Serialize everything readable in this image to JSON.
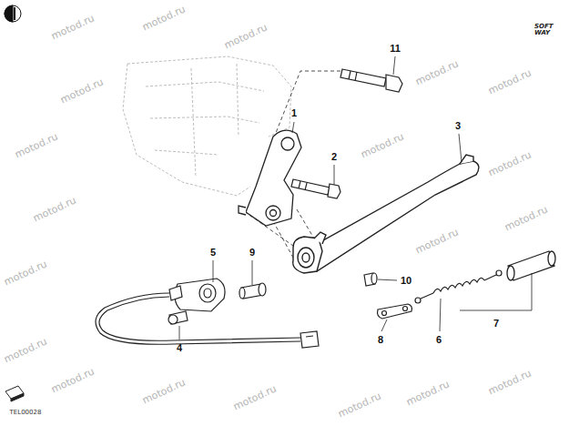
{
  "diagram": {
    "labels": [
      "11",
      "1",
      "2",
      "3",
      "5",
      "9",
      "10",
      "4",
      "8",
      "6",
      "7",
      "SOFT WAY",
      "TEL00028",
      "motod.ru",
      "motod.ru",
      "motod.ru",
      "motod.ru",
      "motod.ru",
      "motod.ru",
      "motod.ru",
      "motod.ru",
      "motod.ru",
      "motod.ru",
      "motod.ru",
      "motod.ru",
      "motod.ru",
      "motod.ru",
      "motod.ru",
      "motod.ru",
      "motod.ru",
      "motod.ru",
      "motod.ru",
      "motod.ru"
    ]
  }
}
